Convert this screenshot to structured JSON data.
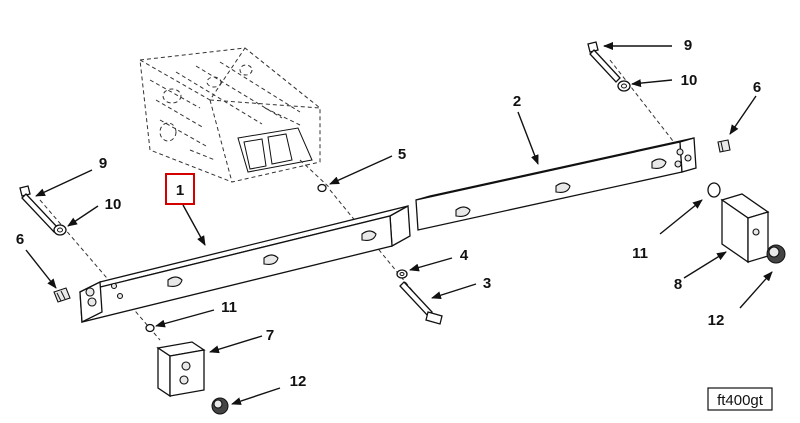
{
  "callouts": {
    "c1": "1",
    "c2": "2",
    "c3": "3",
    "c4": "4",
    "c5": "5",
    "c6_left": "6",
    "c6_right": "6",
    "c7": "7",
    "c8": "8",
    "c9_left": "9",
    "c9_right": "9",
    "c10_left": "10",
    "c10_right": "10",
    "c11_left": "11",
    "c11_right": "11",
    "c12_left": "12",
    "c12_right": "12"
  },
  "highlighted_callout": "1",
  "highlight_color": "#d40000",
  "figure_ref": "ft400gt"
}
